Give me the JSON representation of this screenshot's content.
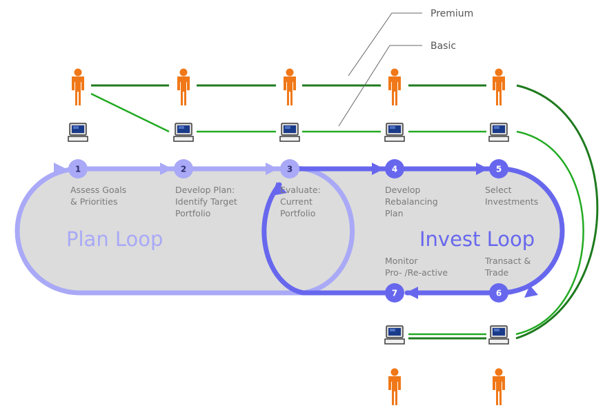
{
  "legend": {
    "premium": "Premium",
    "basic": "Basic"
  },
  "loops": {
    "plan": "Plan Loop",
    "invest": "Invest Loop"
  },
  "steps": [
    {
      "num": "1",
      "lines": [
        "Assess Goals",
        "& Priorities"
      ]
    },
    {
      "num": "2",
      "lines": [
        "Develop Plan:",
        "Identify Target",
        "Portfolio"
      ]
    },
    {
      "num": "3",
      "lines": [
        "Evaluate:",
        "Current",
        "Portfolio"
      ]
    },
    {
      "num": "4",
      "lines": [
        "Develop",
        "Rebalancing",
        "Plan"
      ]
    },
    {
      "num": "5",
      "lines": [
        "Select",
        "Investments"
      ]
    },
    {
      "num": "6",
      "lines": [
        "Transact &",
        "Trade"
      ]
    },
    {
      "num": "7",
      "lines": [
        "Monitor",
        "Pro- /Re-active"
      ]
    }
  ],
  "colors": {
    "plan_loop": "#a9a9f7",
    "invest_loop": "#6767ee",
    "loop_fill": "#dcdcdc",
    "premium_line": "#1e7a1e",
    "basic_line": "#22aa22",
    "person": "#f07818",
    "computer_screen": "#1a3a8a"
  },
  "icons": {
    "person": "person-icon",
    "computer": "computer-icon"
  }
}
